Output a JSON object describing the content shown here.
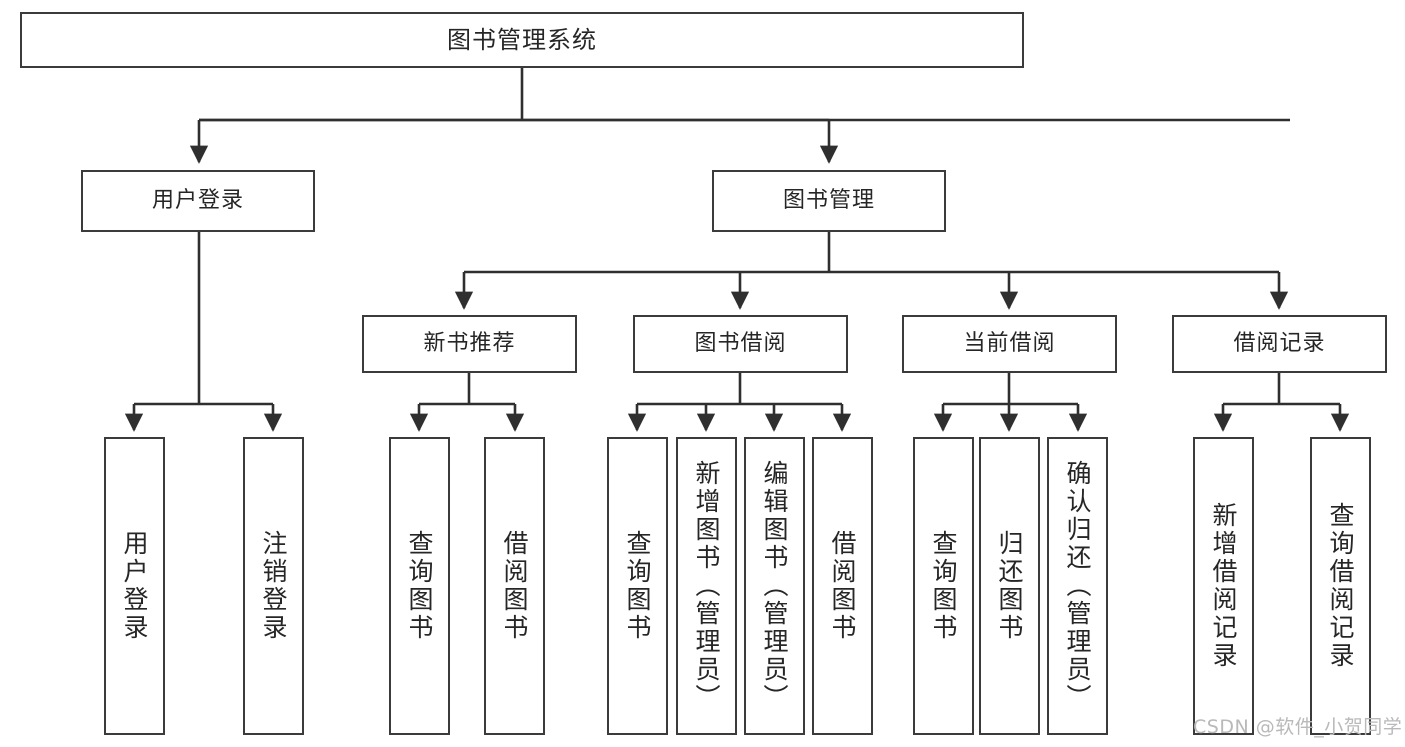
{
  "diagram": {
    "title": "图书管理系统",
    "type": "tree-hierarchy-chart",
    "colors": {
      "box_border": "#3b3b3b",
      "box_fill": "#ffffff",
      "line": "#2f2f2f",
      "text": "#262626",
      "watermark": "#b9b9b9"
    },
    "root": {
      "label": "图书管理系统"
    },
    "level2": [
      {
        "label": "用户登录"
      },
      {
        "label": "图书管理"
      }
    ],
    "level3": [
      {
        "label": "新书推荐"
      },
      {
        "label": "图书借阅"
      },
      {
        "label": "当前借阅"
      },
      {
        "label": "借阅记录"
      }
    ],
    "leaves": {
      "user_login": [
        {
          "label": "用户登录"
        },
        {
          "label": "注销登录"
        }
      ],
      "new_book_recommend": [
        {
          "label": "查询图书"
        },
        {
          "label": "借阅图书"
        }
      ],
      "book_borrow": [
        {
          "label": "查询图书"
        },
        {
          "label": "新增图书（管理员）"
        },
        {
          "label": "编辑图书（管理员）"
        },
        {
          "label": "借阅图书"
        }
      ],
      "current_borrow": [
        {
          "label": "查询图书"
        },
        {
          "label": "归还图书"
        },
        {
          "label": "确认归还（管理员）"
        }
      ],
      "borrow_record": [
        {
          "label": "新增借阅记录"
        },
        {
          "label": "查询借阅记录"
        }
      ]
    }
  },
  "watermark": {
    "text": "CSDN @软件_小贺同学"
  }
}
